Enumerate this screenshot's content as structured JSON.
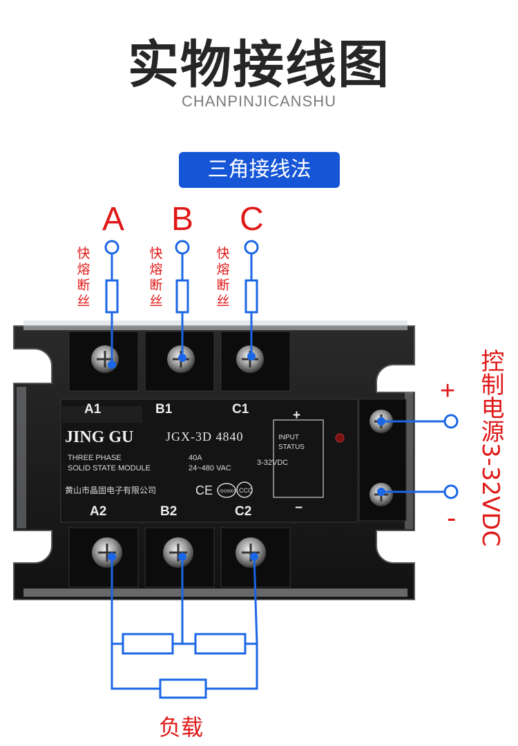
{
  "header": {
    "title": "实物接线图",
    "subtitle": "CHANPINJICANSHU",
    "badge": "三角接线法"
  },
  "phases": [
    "A",
    "B",
    "C"
  ],
  "fuse_label": "快熔断丝",
  "module": {
    "top_terminals": [
      "A1",
      "B1",
      "C1"
    ],
    "bottom_terminals": [
      "A2",
      "B2",
      "C2"
    ],
    "brand": "JING GU",
    "model": "JGX-3D 4840",
    "desc_line1": "THREE PHASE",
    "desc_line2": "SOLID STATE MODULE",
    "rating_current": "40A",
    "rating_voltage": "24~480 VAC",
    "input_line1": "INPUT",
    "input_line2": "STATUS",
    "control_voltage": "3-32VDC",
    "plus": "+",
    "minus": "−",
    "maker": "黄山市晶固电子有限公司",
    "cert_ce": "CE",
    "cert_iso": "ISO9001"
  },
  "control": {
    "label": "控制电源3-32VDC",
    "plus": "+",
    "minus": "-"
  },
  "load_label": "负载",
  "colors": {
    "wire": "#1a66e6",
    "label_red": "#e01818",
    "badge_bg": "#1555d6",
    "module_body": "#181818"
  }
}
